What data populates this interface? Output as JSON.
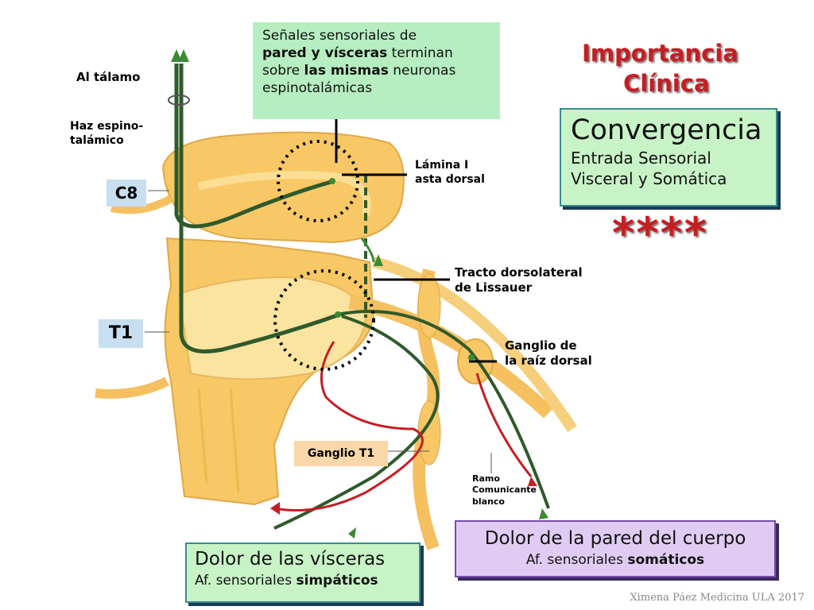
{
  "labels": {
    "al_talamo": "Al tálamo",
    "haz_line1": "Haz espino-",
    "haz_line2": "talámico",
    "c8": "C8",
    "t1": "T1",
    "lamina_line1": "Lámina I",
    "lamina_line2": "asta dorsal",
    "tracto_line1": "Tracto dorsolateral",
    "tracto_line2": "de Lissauer",
    "ganglio_raiz_line1": "Ganglio de",
    "ganglio_raiz_line2": "la raíz dorsal",
    "ganglio_t1": "Ganglio T1",
    "ramo_line1": "Ramo",
    "ramo_line2": "Comunicante",
    "ramo_line3": "blanco"
  },
  "note": {
    "l1": "Señales sensoriales de",
    "l2a": "pared y vísceras",
    "l2b": " terminan",
    "l3a": "sobre ",
    "l3b": "las mismas",
    "l3c": " neuronas",
    "l4": "espinotalámicas"
  },
  "title": {
    "line1": "Importancia",
    "line2": "Clínica"
  },
  "convergencia": {
    "title": "Convergencia",
    "line1": "Entrada Sensorial",
    "line2": "Visceral y Somática"
  },
  "stars": "****",
  "visceras_box": {
    "title": "Dolor de las vísceras",
    "sub_a": "Af. sensoriales ",
    "sub_b": "simpáticos"
  },
  "pared_box": {
    "title": "Dolor de la pared del cuerpo",
    "sub_a": "Af. sensoriales ",
    "sub_b": "somáticos"
  },
  "credit": "Ximena Páez Medicina ULA 2017",
  "colors": {
    "cord": "#f7c865",
    "cord_light": "#fbe3a0",
    "fiber_green": "#2f5a2c",
    "fiber_red": "#c41e23",
    "accent_title": "#c41e23"
  }
}
